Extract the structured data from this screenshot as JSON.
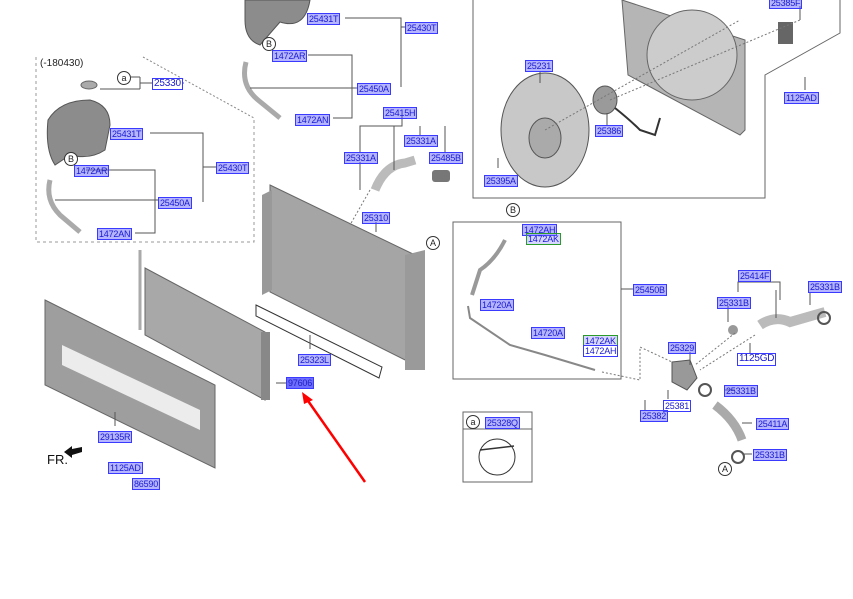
{
  "variant_note": "(-180430)",
  "front_label": "FR.",
  "circles": {
    "a": "a",
    "b": "B",
    "a_upper": "A"
  },
  "labels": {
    "p25330": "25330",
    "p25431T_old": "25431T",
    "p25430T_old": "25430T",
    "p1472AR_old": "1472AR",
    "p25450A_old": "25450A",
    "p1472AN_old": "1472AN",
    "p25431T": "25431T",
    "p25430T": "25430T",
    "p1472AR": "1472AR",
    "p25450A": "25450A",
    "p1472AN": "1472AN",
    "p25415H": "25415H",
    "p25331A_r": "25331A",
    "p25331A_l": "25331A",
    "p25485B": "25485B",
    "p25310": "25310",
    "p25323L": "25323L",
    "p97606": "97606",
    "p29135R": "29135R",
    "p1125AD_l": "1125AD",
    "p86590": "86590",
    "p25385F": "25385F",
    "p25231": "25231",
    "p25386": "25386",
    "p25395A": "25395A",
    "p1125AD_r": "1125AD",
    "p1472AH_t": "1472AH",
    "p1472AK_t": "1472AK",
    "p25450B": "25450B",
    "p14720A_t": "14720A",
    "p14720A_b": "14720A",
    "p1472AK_b": "1472AK",
    "p1472AH_b": "1472AH",
    "p25414F": "25414F",
    "p25331B_1": "25331B",
    "p25331B_2": "25331B",
    "p25329": "25329",
    "p1125GD": "1125GD",
    "p25331B_3": "25331B",
    "p25381": "25381",
    "p25382": "25382",
    "p25411A": "25411A",
    "p25331B_4": "25331B",
    "p25328Q": "25328Q"
  },
  "colors": {
    "label_border": "#3a3aff",
    "highlight_arrow": "#ff0000",
    "part_gray": "#9a9a9a"
  }
}
